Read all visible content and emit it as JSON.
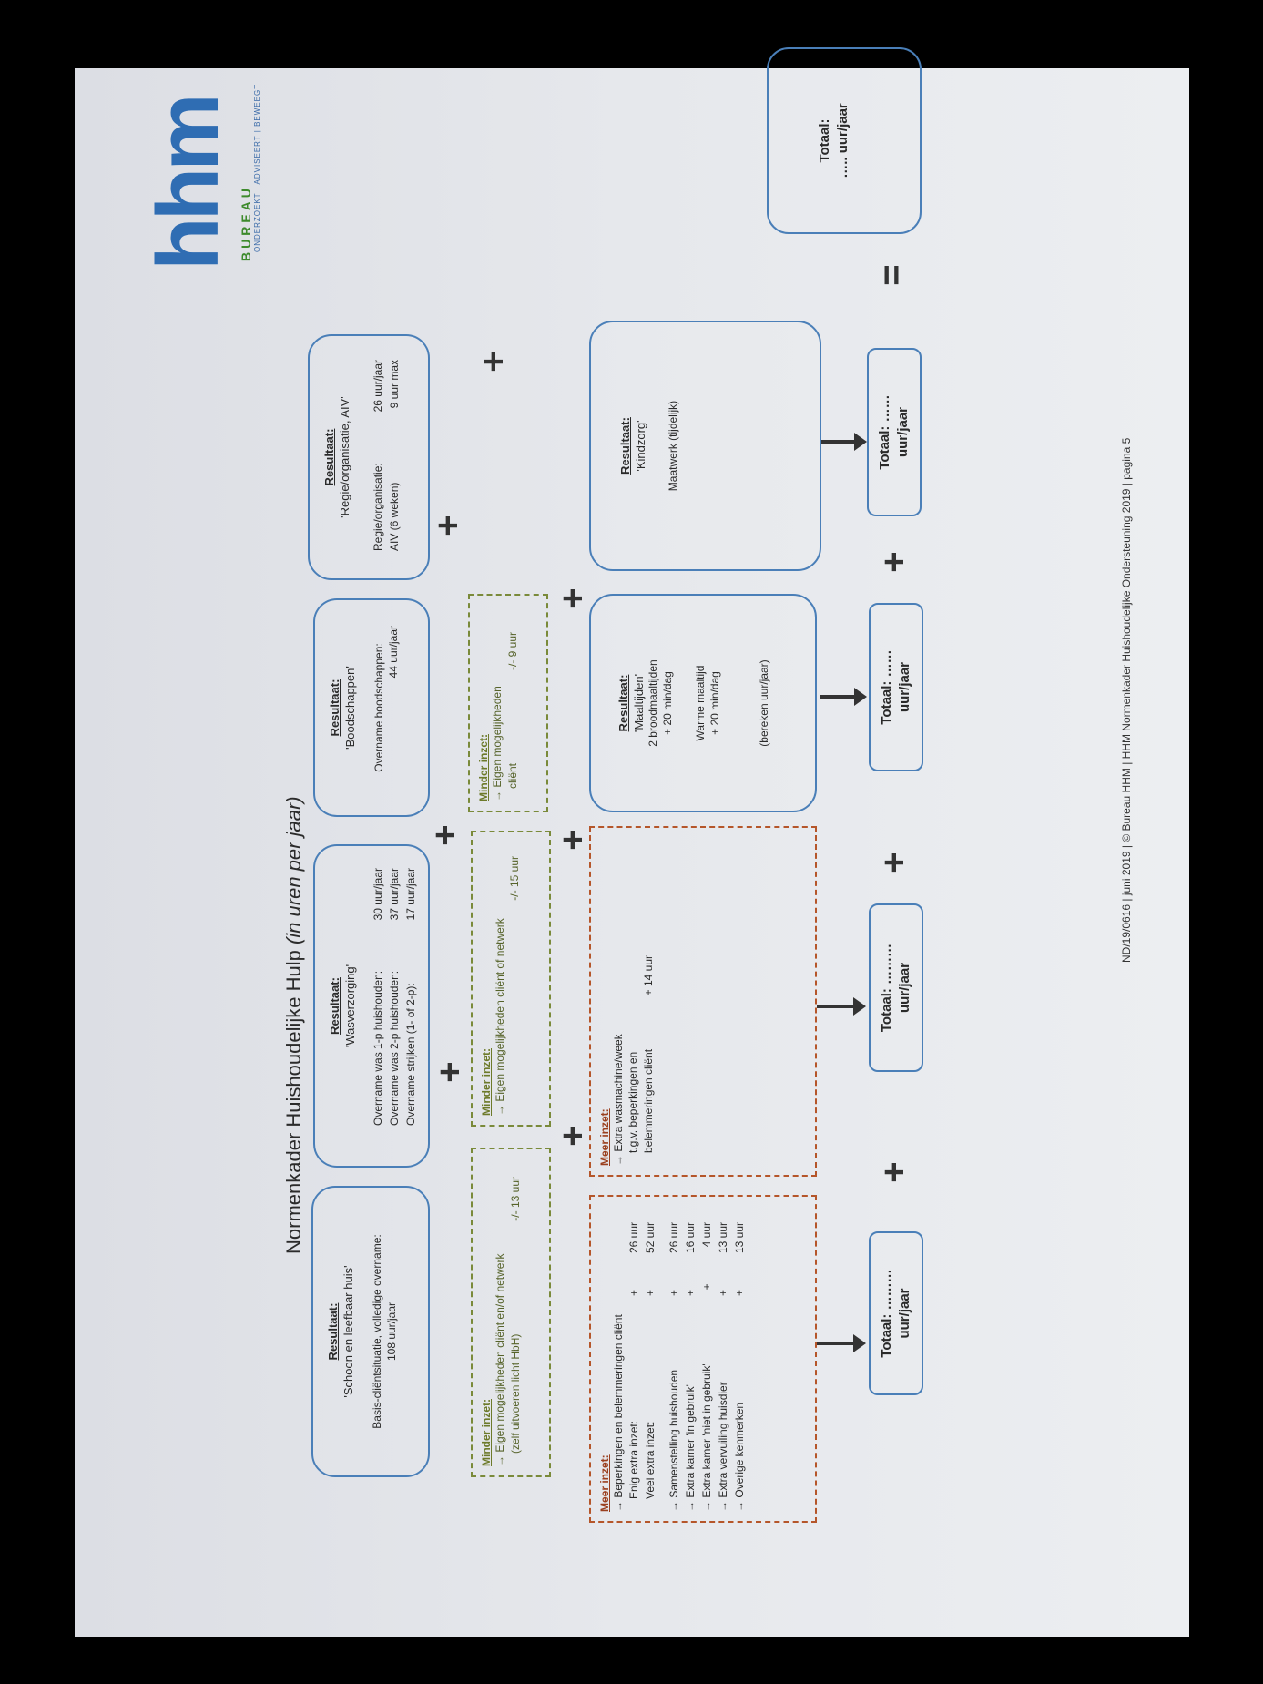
{
  "title": {
    "main": "Normenkader Huishoudelijke Hulp",
    "italic": "(in uren per jaar)"
  },
  "logo": {
    "letters": "hhm",
    "bureau": "BUREAU",
    "tagline": "ONDERZOEKT | ADVISEERT | BEWEEGT"
  },
  "boxes": {
    "schoon": {
      "head": "Resultaat:",
      "sub": "'Schoon en leefbaar huis'",
      "line1": "Basis-cliëntsituatie, volledige overname:",
      "line2": "108 uur/jaar"
    },
    "was": {
      "head": "Resultaat:",
      "sub": "'Wasverzorging'",
      "rows": [
        {
          "label": "Overname was 1-p huishouden:",
          "value": "30 uur/jaar"
        },
        {
          "label": "Overname was 2-p huishouden:",
          "value": "37 uur/jaar"
        },
        {
          "label": "Overname strijken (1- of 2-p):",
          "value": "17 uur/jaar"
        }
      ]
    },
    "bood": {
      "head": "Resultaat:",
      "sub": "'Boodschappen'",
      "line1": "Overname boodschappen:",
      "line2": "44 uur/jaar"
    },
    "regie": {
      "head": "Resultaat:",
      "sub": "'Regie/organisatie, AIV'",
      "rows": [
        {
          "label": "Regie/organisatie:",
          "value": "26 uur/jaar"
        },
        {
          "label": "AIV (6 weken)",
          "value": "9 uur max"
        }
      ]
    },
    "maal": {
      "head": "Resultaat:",
      "sub": "'Maaltijden'",
      "l1": "2 broodmaaltijden",
      "l2": "+ 20 min/dag",
      "l3": "Warme maaltijd",
      "l4": "+ 20 min/dag",
      "l5": "(bereken uur/jaar)"
    },
    "kind": {
      "head": "Resultaat:",
      "sub": "'Kindzorg'",
      "l1": "Maatwerk (tijdelijk)"
    }
  },
  "minder": {
    "a": {
      "head": "Minder inzet:",
      "l1": "→ Eigen mogelijkheden cliënt en/of netwerk",
      "l2": "(zelf uitvoeren licht HbH)",
      "v": "-/- 13 uur"
    },
    "b": {
      "head": "Minder inzet:",
      "l1": "→ Eigen mogelijkheden cliënt of netwerk",
      "v": "-/- 15 uur"
    },
    "c": {
      "head": "Minder inzet:",
      "l1": "→ Eigen mogelijkheden",
      "l2": "cliënt",
      "v": "-/- 9 uur"
    }
  },
  "meer": {
    "a": {
      "head": "Meer inzet:",
      "l0": "→ Beperkingen en belemmeringen cliënt",
      "rows": [
        {
          "label": "Enig extra inzet:",
          "sign": "+",
          "value": "26 uur"
        },
        {
          "label": "Veel extra inzet:",
          "sign": "+",
          "value": "52 uur"
        },
        {
          "label": "→ Samenstelling huishouden",
          "sign": "+",
          "value": "26 uur"
        },
        {
          "label": "→ Extra kamer 'in gebruik'",
          "sign": "+",
          "value": "16 uur"
        },
        {
          "label": "→ Extra kamer 'niet in gebruik'",
          "sign": "+",
          "value": "4 uur"
        },
        {
          "label": "→ Extra vervuiling huisdier",
          "sign": "+",
          "value": "13 uur"
        },
        {
          "label": "→ Overige kenmerken",
          "sign": "+",
          "value": "13 uur"
        }
      ]
    },
    "b": {
      "head": "Meer inzet:",
      "l1": "→ Extra wasmachine/week",
      "l2": "t.g.v. beperkingen en",
      "l3": "belemmeringen cliënt",
      "v": "+ 14 uur"
    }
  },
  "totals": {
    "t1": {
      "a": "Totaal: ………",
      "b": "uur/jaar"
    },
    "t2": {
      "a": "Totaal: ………",
      "b": "uur/jaar"
    },
    "t3": {
      "a": "Totaal: ……",
      "b": "uur/jaar"
    },
    "t4": {
      "a": "Totaal: ……",
      "b": "uur/jaar"
    },
    "grand": {
      "a": "Totaal:",
      "b": "….. uur/jaar"
    }
  },
  "symbols": {
    "plus": "+",
    "equals": "="
  },
  "footer": "ND/19/0616 | juni 2019 | © Bureau HHM | HHM Normenkader Huishoudelijke Ondersteuning 2019 | pagina 5"
}
